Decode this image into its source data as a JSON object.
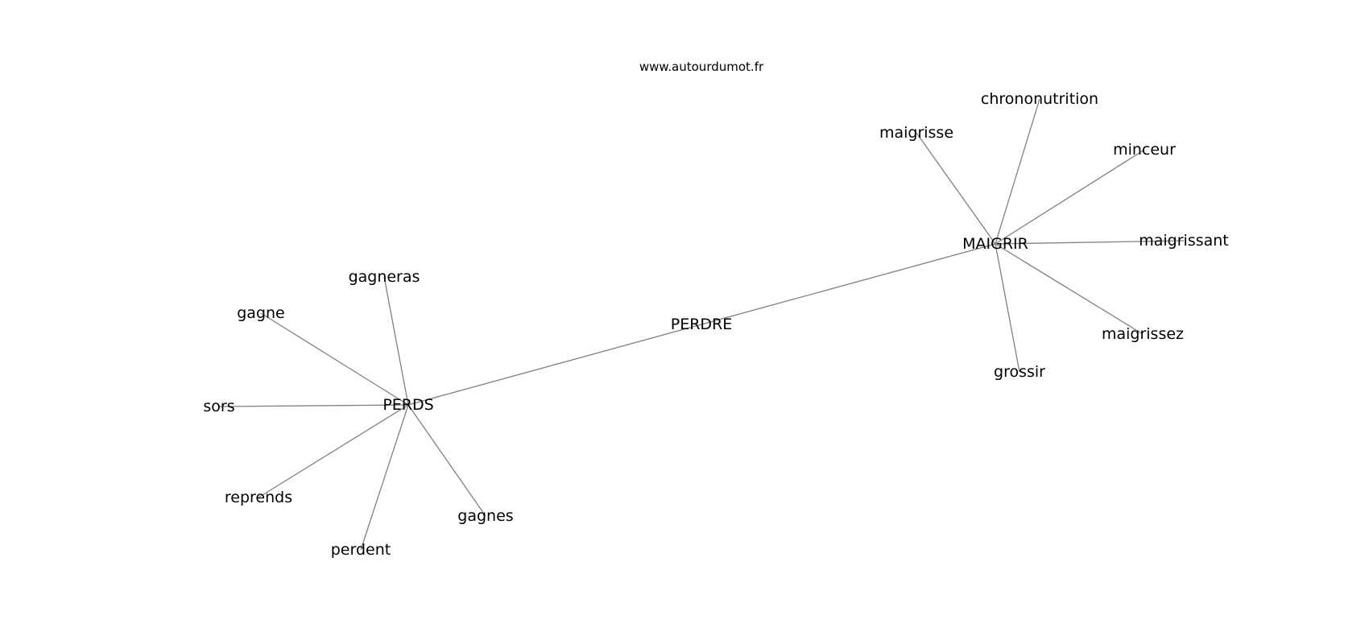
{
  "source": "www.autourdumot.fr",
  "colors": {
    "edge": "#808080",
    "text": "#000000",
    "background": "#ffffff"
  },
  "nodes": [
    {
      "id": "perdre",
      "label": "PERDRE"
    },
    {
      "id": "perds",
      "label": "PERDS"
    },
    {
      "id": "maigrir",
      "label": "MAIGRIR"
    },
    {
      "id": "gagneras",
      "label": "gagneras"
    },
    {
      "id": "gagne",
      "label": "gagne"
    },
    {
      "id": "sors",
      "label": "sors"
    },
    {
      "id": "reprends",
      "label": "reprends"
    },
    {
      "id": "perdent",
      "label": "perdent"
    },
    {
      "id": "gagnes",
      "label": "gagnes"
    },
    {
      "id": "maigrisse",
      "label": "maigrisse"
    },
    {
      "id": "chrononutrition",
      "label": "chrononutrition"
    },
    {
      "id": "minceur",
      "label": "minceur"
    },
    {
      "id": "maigrissant",
      "label": "maigrissant"
    },
    {
      "id": "maigrissez",
      "label": "maigrissez"
    },
    {
      "id": "grossir",
      "label": "grossir"
    }
  ],
  "edges": [
    [
      "perdre",
      "perds"
    ],
    [
      "perdre",
      "maigrir"
    ],
    [
      "perds",
      "gagneras"
    ],
    [
      "perds",
      "gagne"
    ],
    [
      "perds",
      "sors"
    ],
    [
      "perds",
      "reprends"
    ],
    [
      "perds",
      "perdent"
    ],
    [
      "perds",
      "gagnes"
    ],
    [
      "maigrir",
      "maigrisse"
    ],
    [
      "maigrir",
      "chrononutrition"
    ],
    [
      "maigrir",
      "minceur"
    ],
    [
      "maigrir",
      "maigrissant"
    ],
    [
      "maigrir",
      "maigrissez"
    ],
    [
      "maigrir",
      "grossir"
    ]
  ]
}
